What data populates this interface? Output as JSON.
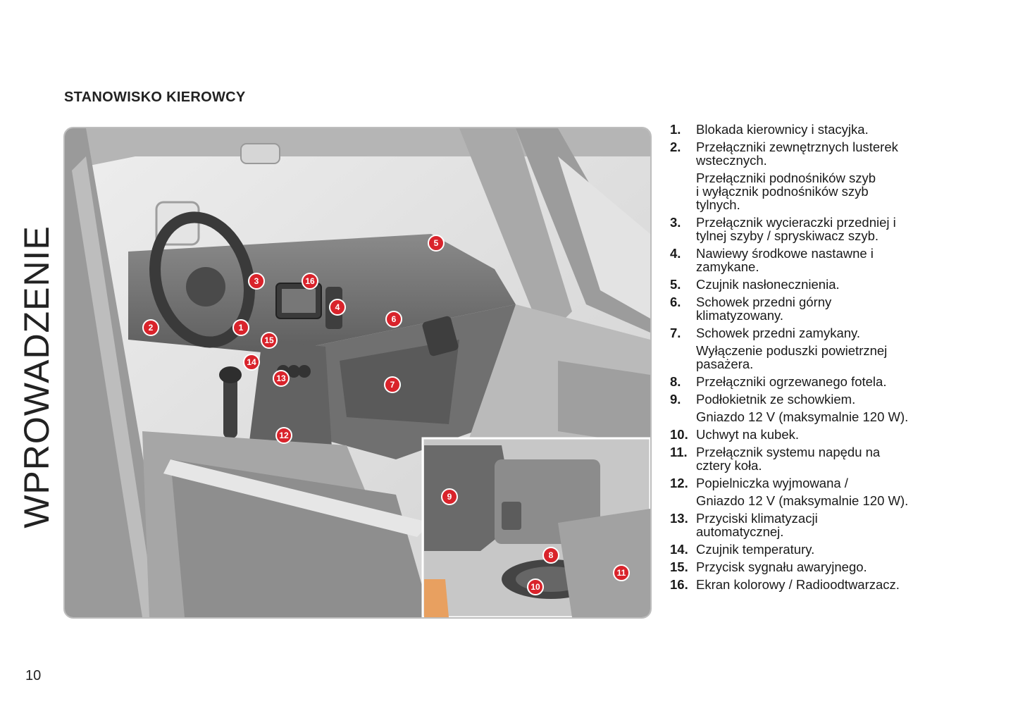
{
  "section_label": "WPROWADZENIE",
  "title": "STANOWISKO KIEROWCY",
  "page_number": "10",
  "callout_color": "#d9232b",
  "callouts": [
    "1",
    "2",
    "3",
    "4",
    "5",
    "6",
    "7",
    "8",
    "9",
    "10",
    "11",
    "12",
    "13",
    "14",
    "15",
    "16"
  ],
  "legend": [
    {
      "num": "1.",
      "lines": [
        "Blokada kierownicy i stacyjka."
      ]
    },
    {
      "num": "2.",
      "lines": [
        "Przełączniki zewnętrznych lusterek",
        "wstecznych."
      ],
      "extra": [
        "Przełączniki podnośników szyb",
        "i wyłącznik podnośników szyb",
        "tylnych."
      ]
    },
    {
      "num": "3.",
      "lines": [
        "Przełącznik wycieraczki przedniej i",
        "tylnej szyby / spryskiwacz szyb."
      ]
    },
    {
      "num": "4.",
      "lines": [
        "Nawiewy środkowe nastawne i",
        "zamykane."
      ]
    },
    {
      "num": "5.",
      "lines": [
        "Czujnik nasłonecznienia."
      ]
    },
    {
      "num": "6.",
      "lines": [
        "Schowek przedni górny",
        "klimatyzowany."
      ]
    },
    {
      "num": "7.",
      "lines": [
        "Schowek przedni zamykany."
      ],
      "extra": [
        "Wyłączenie poduszki powietrznej",
        "pasażera."
      ]
    },
    {
      "num": "8.",
      "lines": [
        "Przełączniki ogrzewanego fotela."
      ]
    },
    {
      "num": "9.",
      "lines": [
        "Podłokietnik ze schowkiem."
      ],
      "extra": [
        "Gniazdo 12 V (maksymalnie 120 W)."
      ]
    },
    {
      "num": "10.",
      "lines": [
        "Uchwyt na kubek."
      ]
    },
    {
      "num": "11.",
      "lines": [
        "Przełącznik systemu napędu na",
        "cztery koła."
      ]
    },
    {
      "num": "12.",
      "lines": [
        "Popielniczka wyjmowana /"
      ],
      "extra": [
        "Gniazdo 12 V (maksymalnie 120 W)."
      ]
    },
    {
      "num": "13.",
      "lines": [
        "Przyciski klimatyzacji",
        "automatycznej."
      ]
    },
    {
      "num": "14.",
      "lines": [
        "Czujnik temperatury."
      ]
    },
    {
      "num": "15.",
      "lines": [
        "Przycisk sygnału awaryjnego."
      ]
    },
    {
      "num": "16.",
      "lines": [
        "Ekran kolorowy / Radioodtwarzacz."
      ]
    }
  ]
}
